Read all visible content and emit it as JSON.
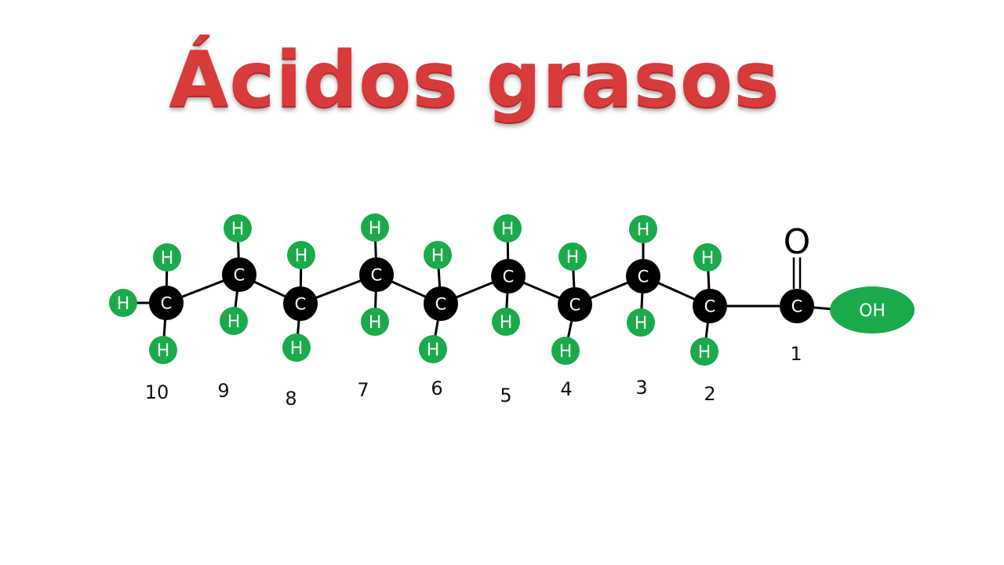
{
  "title": "Ácidos grasos",
  "colors": {
    "title": "#d93a3a",
    "carbon": "#000000",
    "hydrogen": "#1aaa4a",
    "hydroxyl": "#1aaa4a",
    "bond": "#000000"
  },
  "labels": {
    "carbon": "C",
    "hydrogen": "H",
    "oxygen": "O",
    "hydroxyl": "OH"
  },
  "carbon_numbers": [
    "10",
    "9",
    "8",
    "7",
    "6",
    "5",
    "4",
    "3",
    "2",
    "1"
  ]
}
